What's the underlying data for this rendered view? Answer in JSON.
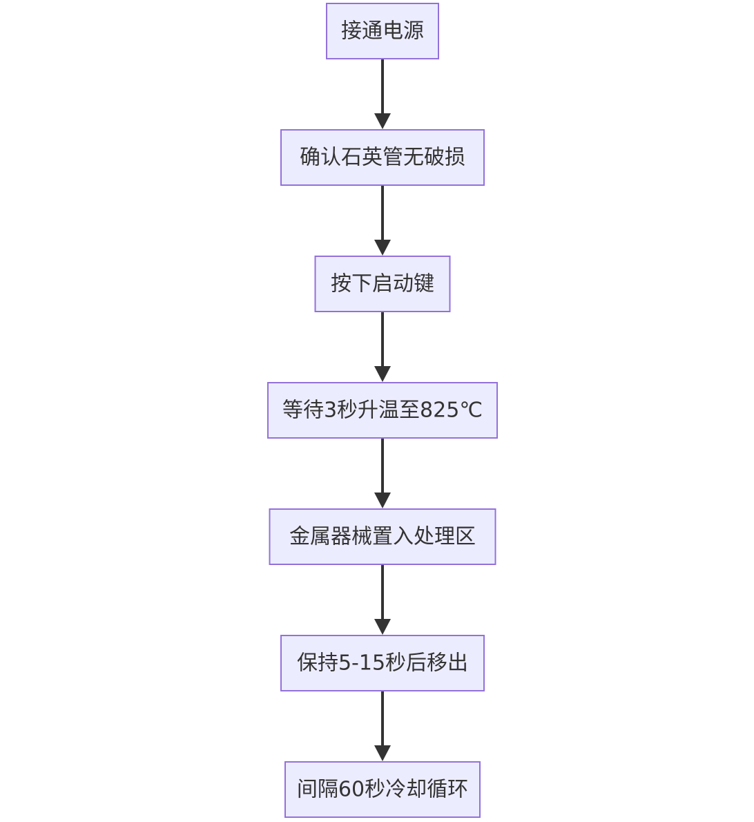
{
  "diagram": {
    "type": "flowchart",
    "direction": "top-down",
    "colors": {
      "node_fill": "#ECECFF",
      "node_border": "#9370DB",
      "text": "#333333",
      "edge": "#333333"
    },
    "nodes": [
      {
        "id": "n1",
        "label": "接通电源"
      },
      {
        "id": "n2",
        "label": "确认石英管无破损"
      },
      {
        "id": "n3",
        "label": "按下启动键"
      },
      {
        "id": "n4",
        "label": "等待3秒升温至825℃"
      },
      {
        "id": "n5",
        "label": "金属器械置入处理区"
      },
      {
        "id": "n6",
        "label": "保持5-15秒后移出"
      },
      {
        "id": "n7",
        "label": "间隔60秒冷却循环"
      }
    ],
    "edges": [
      {
        "from": "n1",
        "to": "n2"
      },
      {
        "from": "n2",
        "to": "n3"
      },
      {
        "from": "n3",
        "to": "n4"
      },
      {
        "from": "n4",
        "to": "n5"
      },
      {
        "from": "n5",
        "to": "n6"
      },
      {
        "from": "n6",
        "to": "n7"
      }
    ]
  }
}
